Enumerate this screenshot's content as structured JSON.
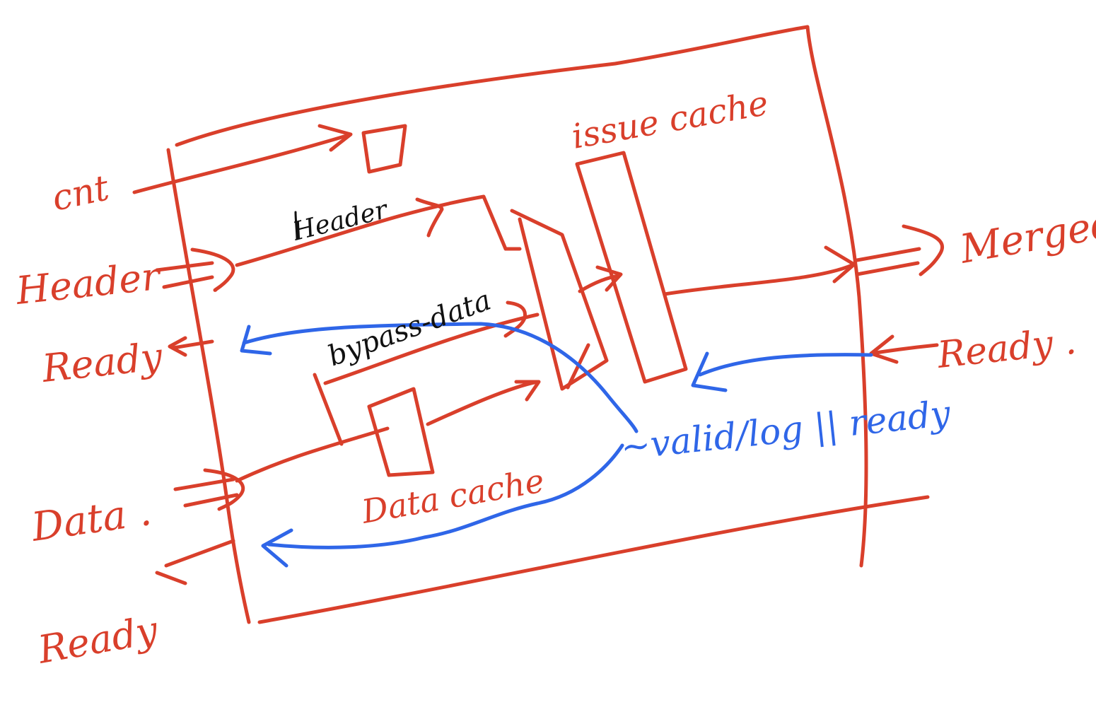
{
  "diagram": {
    "colors": {
      "red_ink": "#d93f2b",
      "blue_ink": "#2f66e8",
      "black_ink": "#111111",
      "background": "#ffffff"
    },
    "labels": {
      "cnt": "cnt",
      "header_in": "Header",
      "ready_header": "Ready",
      "data_in": "Data .",
      "ready_data": "Ready",
      "header_wire": "Header",
      "bypass_data": "bypass-data",
      "data_cache": "Data cache",
      "issue_cache": "issue cache",
      "merged": "Merged",
      "ready_out": "Ready .",
      "valid_logic": "~valid/log || ready"
    }
  }
}
